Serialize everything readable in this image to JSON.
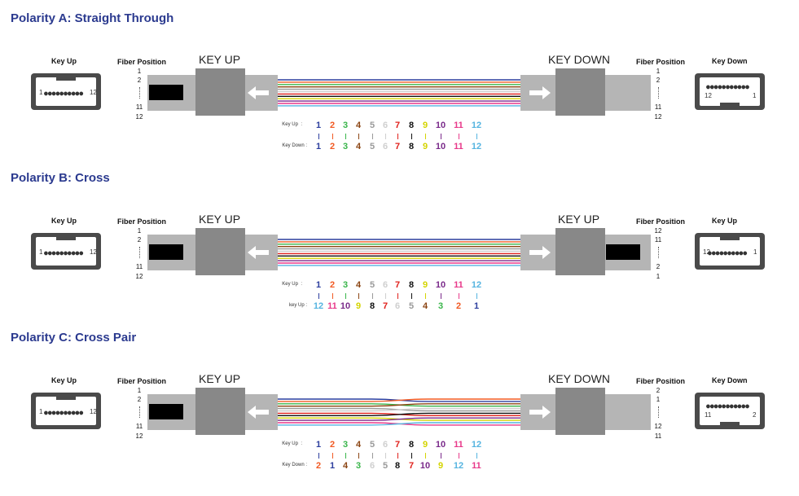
{
  "fiber_colors": [
    "#2c3e9e",
    "#f15a24",
    "#39b54a",
    "#8b4513",
    "#9a9a9a",
    "#cfcfcf",
    "#e0201b",
    "#111111",
    "#d4d400",
    "#7a2a8a",
    "#e8398a",
    "#55b4e0"
  ],
  "sections": [
    {
      "title": "Polarity A: Straight Through",
      "left_face_label": "Key Up",
      "left_fiber_position_label": "Fiber Position",
      "left_connector_label": "KEY UP",
      "right_connector_label": "KEY DOWN",
      "right_fiber_position_label": "Fiber Position",
      "right_face_label": "Key Down",
      "left_positions": [
        "1",
        "2",
        "11",
        "12"
      ],
      "right_positions": [
        "1",
        "2",
        "11",
        "12"
      ],
      "left_face_numbers": [
        "1",
        "12"
      ],
      "right_face_numbers": [
        "12",
        "1"
      ],
      "right_face_key": "bottom",
      "right_ferrule": false,
      "map_top_label": "Key Up",
      "map_top_sep": ":",
      "map_bottom_label": "Key Down :",
      "map_top": [
        "1",
        "2",
        "3",
        "4",
        "5",
        "6",
        "7",
        "8",
        "9",
        "10",
        "11",
        "12"
      ],
      "map_bottom": [
        "1",
        "2",
        "3",
        "4",
        "5",
        "6",
        "7",
        "8",
        "9",
        "10",
        "11",
        "12"
      ],
      "cross": "none"
    },
    {
      "title": "Polarity B: Cross",
      "left_face_label": "Key Up",
      "left_fiber_position_label": "Fiber Position",
      "left_connector_label": "KEY UP",
      "right_connector_label": "KEY UP",
      "right_fiber_position_label": "Fiber Position",
      "right_face_label": "Key Up",
      "left_positions": [
        "1",
        "2",
        "11",
        "12"
      ],
      "right_positions": [
        "12",
        "11",
        "2",
        "1"
      ],
      "left_face_numbers": [
        "1",
        "12"
      ],
      "right_face_numbers": [
        "12",
        "1"
      ],
      "right_face_key": "top",
      "right_ferrule": true,
      "map_top_label": "Key Up",
      "map_top_sep": ":",
      "map_bottom_label": "key Up :",
      "map_top": [
        "1",
        "2",
        "3",
        "4",
        "5",
        "6",
        "7",
        "8",
        "9",
        "10",
        "11",
        "12"
      ],
      "map_bottom": [
        "12",
        "11",
        "10",
        "9",
        "8",
        "7",
        "6",
        "5",
        "4",
        "3",
        "2",
        "1"
      ],
      "cross": "none"
    },
    {
      "title": "Polarity C: Cross Pair",
      "left_face_label": "Key Up",
      "left_fiber_position_label": "Fiber Position",
      "left_connector_label": "KEY UP",
      "right_connector_label": "KEY DOWN",
      "right_fiber_position_label": "Fiber Position",
      "right_face_label": "Key Down",
      "left_positions": [
        "1",
        "2",
        "11",
        "12"
      ],
      "right_positions": [
        "2",
        "1",
        "12",
        "11"
      ],
      "left_face_numbers": [
        "1",
        "12"
      ],
      "right_face_numbers": [
        "11",
        "2"
      ],
      "right_face_key": "bottom",
      "right_ferrule": false,
      "map_top_label": "Key Up",
      "map_top_sep": ":",
      "map_bottom_label": "Key Down :",
      "map_top": [
        "1",
        "2",
        "3",
        "4",
        "5",
        "6",
        "7",
        "8",
        "9",
        "10",
        "11",
        "12"
      ],
      "map_bottom": [
        "2",
        "1",
        "4",
        "3",
        "6",
        "5",
        "8",
        "7",
        "10",
        "9",
        "12",
        "11"
      ],
      "cross": "pair"
    }
  ]
}
